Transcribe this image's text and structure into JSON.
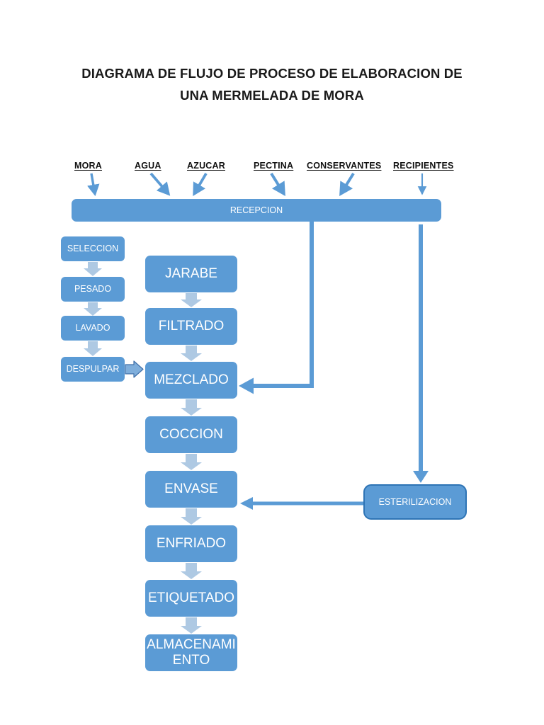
{
  "document": {
    "title_line1": "DIAGRAMA DE FLUJO DE PROCESO DE ELABORACION DE",
    "title_line2": "UNA MERMELADA DE MORA"
  },
  "colors": {
    "box_fill": "#5B9BD5",
    "box_text": "#FFFFFF",
    "connector_blue": "#5B9BD5",
    "connector_light": "#AEC9E3",
    "ster_border": "#2E74B5",
    "title_text": "#1A1A1A",
    "label_text": "#111111",
    "background": "#FFFFFF"
  },
  "inputs": [
    {
      "label": "MORA",
      "arrow": "down-arrow-mora"
    },
    {
      "label": "AGUA",
      "arrow": "down-arrow-agua"
    },
    {
      "label": "AZUCAR",
      "arrow": "down-arrow-azucar"
    },
    {
      "label": "PECTINA",
      "arrow": "down-arrow-pectina"
    },
    {
      "label": "CONSERVANTES",
      "arrow": "down-arrow-conservantes"
    },
    {
      "label": "RECIPIENTES",
      "arrow": "down-arrow-recipientes"
    }
  ],
  "reception": {
    "label": "RECEPCION"
  },
  "left_branch": {
    "steps": [
      {
        "label": "SELECCION"
      },
      {
        "label": "PESADO"
      },
      {
        "label": "LAVADO"
      },
      {
        "label": "DESPULPAR"
      }
    ]
  },
  "main_branch": {
    "steps": [
      {
        "label": "JARABE"
      },
      {
        "label": "FILTRADO"
      },
      {
        "label": "MEZCLADO"
      },
      {
        "label": "COCCION"
      },
      {
        "label": "ENVASE"
      },
      {
        "label": "ENFRIADO"
      },
      {
        "label": "ETIQUETADO"
      },
      {
        "label": "ALMACENAMIENTO",
        "display_line1": "ALMACENAMI",
        "display_line2": "ENTO"
      }
    ]
  },
  "side_branch": {
    "steps": [
      {
        "label": "ESTERILIZACION"
      }
    ]
  },
  "connectors": [
    {
      "name": "recepcion-to-mezclado",
      "from": "RECEPCION",
      "to": "MEZCLADO",
      "style": "elbow-down-left"
    },
    {
      "name": "recepcion-to-esterilizacion",
      "from": "RECEPCION",
      "to": "ESTERILIZACION",
      "style": "straight-down"
    },
    {
      "name": "esterilizacion-to-envase",
      "from": "ESTERILIZACION",
      "to": "ENVASE",
      "style": "straight-left"
    },
    {
      "name": "despulpar-to-mezclado",
      "from": "DESPULPAR",
      "to": "MEZCLADO",
      "style": "block-right"
    }
  ]
}
